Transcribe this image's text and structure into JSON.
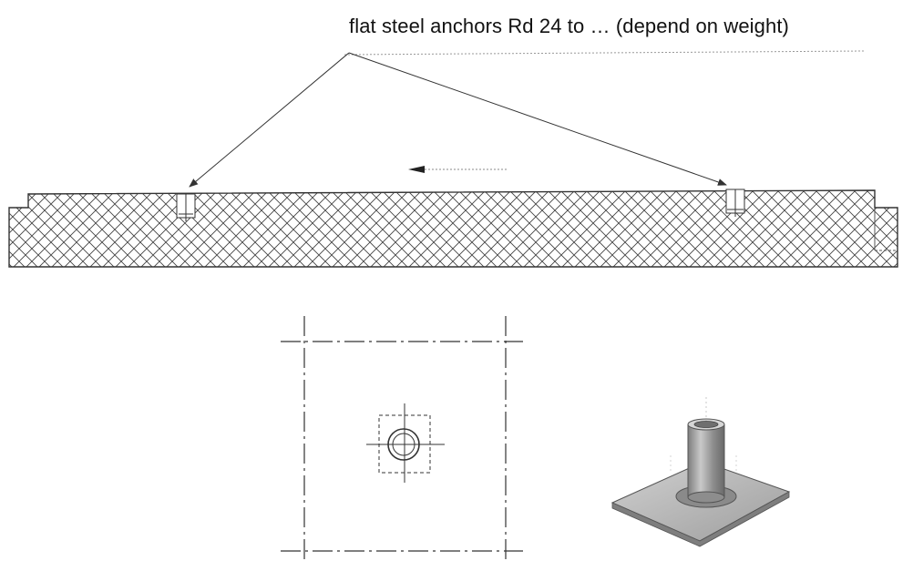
{
  "annotation": {
    "label": "flat steel anchors Rd 24 to … (depend on weight)"
  },
  "views": {
    "section": "hatched-slab-cross-section",
    "plan": "anchor-plate-plan-view",
    "isometric": "anchor-3d-view"
  },
  "colors": {
    "line": "#333333",
    "hatch": "#444444",
    "plate": "#b8b8b8",
    "sleeve": "#9a9a9a"
  }
}
